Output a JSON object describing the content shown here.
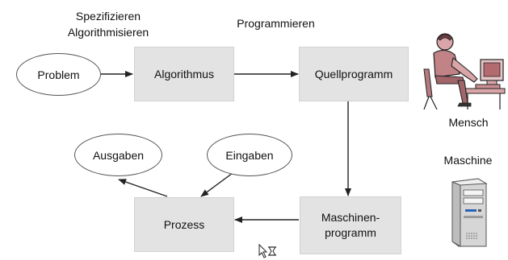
{
  "diagram": {
    "steps": {
      "spezifizieren": "Spezifizieren",
      "algorithmisieren": "Algorithmisieren",
      "programmieren": "Programmieren"
    },
    "nodes": {
      "problem": "Problem",
      "algorithmus": "Algorithmus",
      "quellprogramm": "Quellprogramm",
      "maschinen_line1": "Maschinen-",
      "maschinen_line2": "programm",
      "prozess": "Prozess",
      "ausgaben": "Ausgaben",
      "eingaben": "Eingaben"
    },
    "actors": {
      "mensch": "Mensch",
      "maschine": "Maschine"
    },
    "icons": [
      "person-at-computer-icon",
      "computer-tower-icon",
      "mouse-cursor-busy-icon"
    ]
  }
}
